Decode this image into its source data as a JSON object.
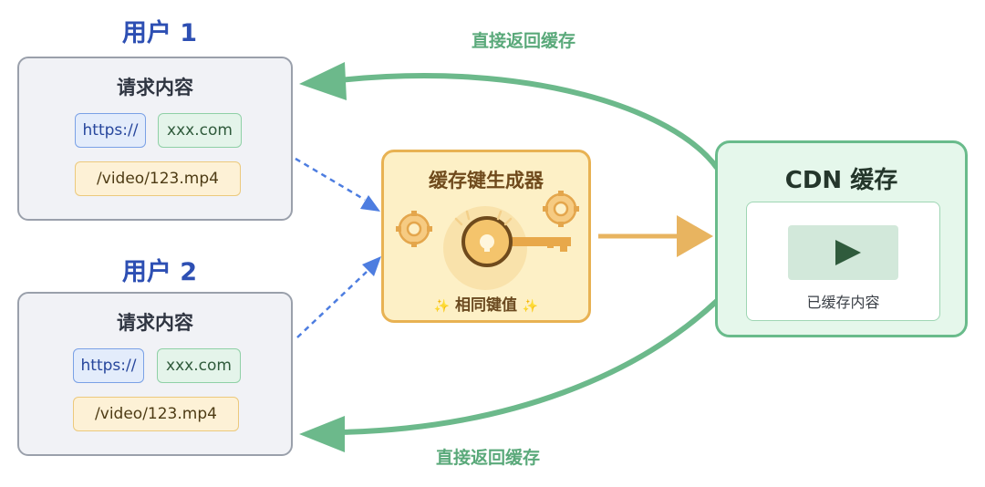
{
  "users": [
    {
      "title": "用户 1",
      "request": {
        "title": "请求内容",
        "protocol": "https://",
        "domain": "xxx.com",
        "path": "/video/123.mp4"
      }
    },
    {
      "title": "用户 2",
      "request": {
        "title": "请求内容",
        "protocol": "https://",
        "domain": "xxx.com",
        "path": "/video/123.mp4"
      }
    }
  ],
  "generator": {
    "title": "缓存键生成器",
    "footer": "相同键值",
    "sparkle": "✨",
    "icons": [
      "key-icon",
      "gear-icon",
      "sparkle-icon"
    ]
  },
  "cdn": {
    "title": "CDN 缓存",
    "cached_label": "已缓存内容",
    "icons": [
      "play-icon"
    ]
  },
  "returns": {
    "top_label": "直接返回缓存",
    "bottom_label": "直接返回缓存"
  },
  "colors": {
    "user_title": "#2d4fb3",
    "return_arrow": "#6cb98b",
    "key_arrow": "#e8b460",
    "request_arrow": "#4d7de0"
  }
}
